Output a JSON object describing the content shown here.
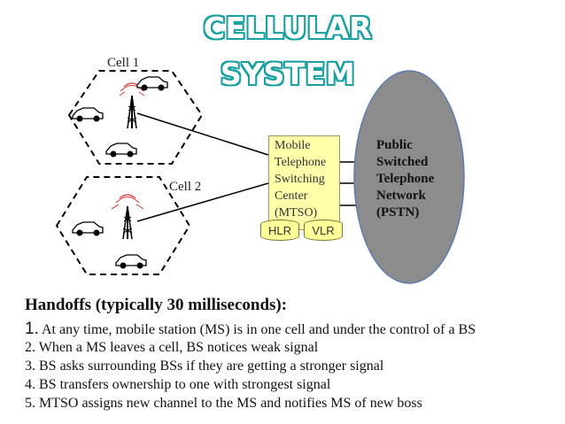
{
  "title": "CELLULAR SYSTEM",
  "diagram": {
    "cell1_label": "Cell 1",
    "cell2_label": "Cell 2",
    "mtso_lines": [
      "Mobile",
      "Telephone",
      "Switching",
      "Center",
      "(MTSO)"
    ],
    "hlr_label": "HLR",
    "vlr_label": "VLR",
    "pstn_lines": [
      "Public",
      "Switched",
      "Telephone",
      "Network",
      "(PSTN)"
    ],
    "colors": {
      "title_outline": "#1aa0a0",
      "mtso_fill": "#ffffaa",
      "pstn_fill": "#8c8c8c",
      "cell_border": "#000000"
    }
  },
  "handoffs": {
    "heading": "Handoffs (typically 30 milliseconds):",
    "items": [
      {
        "num": "1.",
        "text": " At any time, mobile station (MS) is in one cell and under the control of a BS"
      },
      {
        "num": "2.",
        "text": "  When a MS leaves a cell, BS notices weak signal"
      },
      {
        "num": "3.",
        "text": " BS asks surrounding BSs if they are getting a stronger signal"
      },
      {
        "num": "4.",
        "text": " BS transfers ownership to one with strongest signal"
      },
      {
        "num": "5.",
        "text": " MTSO assigns new channel to the MS and notifies MS of new boss"
      }
    ]
  }
}
